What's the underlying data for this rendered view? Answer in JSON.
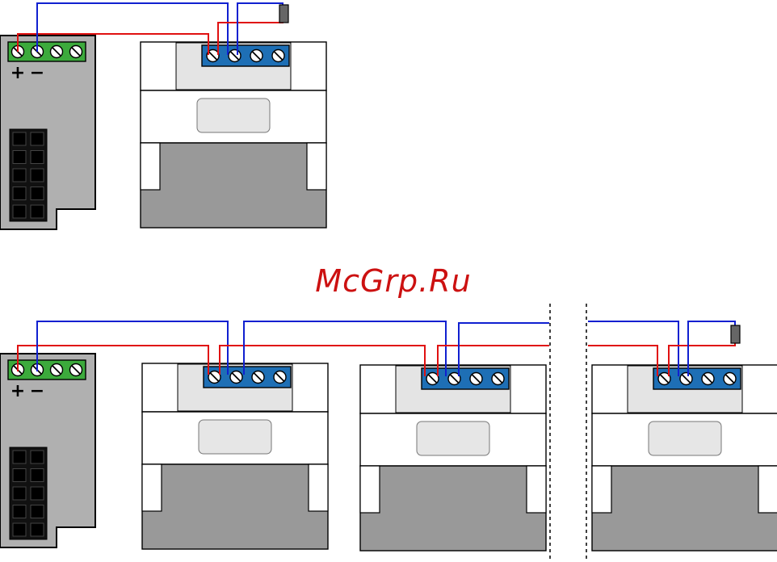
{
  "watermark": "McGrp.Ru",
  "power_supply": {
    "plus_label": "+",
    "minus_label": "−"
  },
  "colors": {
    "wire_positive": "#e01010",
    "wire_negative": "#1020d0",
    "psu_terminal": "#3caa3c",
    "device_terminal": "#1e6fb5",
    "psu_body": "#b0b0b0",
    "device_body": "#999999",
    "display_window": "#e6e6e6",
    "terminator": "#666666",
    "watermark": "#cc1111"
  },
  "icons": [
    "screw-icon",
    "terminator-resistor-icon"
  ],
  "scenarios": [
    {
      "name": "single-device",
      "device_count": 1,
      "terminated": true
    },
    {
      "name": "daisy-chain",
      "device_count": 3,
      "terminated": true,
      "break_marker": "dashed-lines"
    }
  ]
}
